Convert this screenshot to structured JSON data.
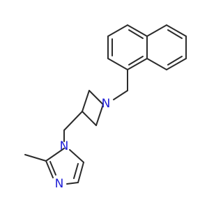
{
  "molecule": {
    "atoms": {
      "n_azetidine": "N",
      "n_imidazole_1": "N",
      "n_imidazole_3": "N"
    },
    "colors": {
      "bond": "#2b2b2b",
      "nitrogen": "#1f1fd6",
      "background": "#ffffff"
    }
  }
}
